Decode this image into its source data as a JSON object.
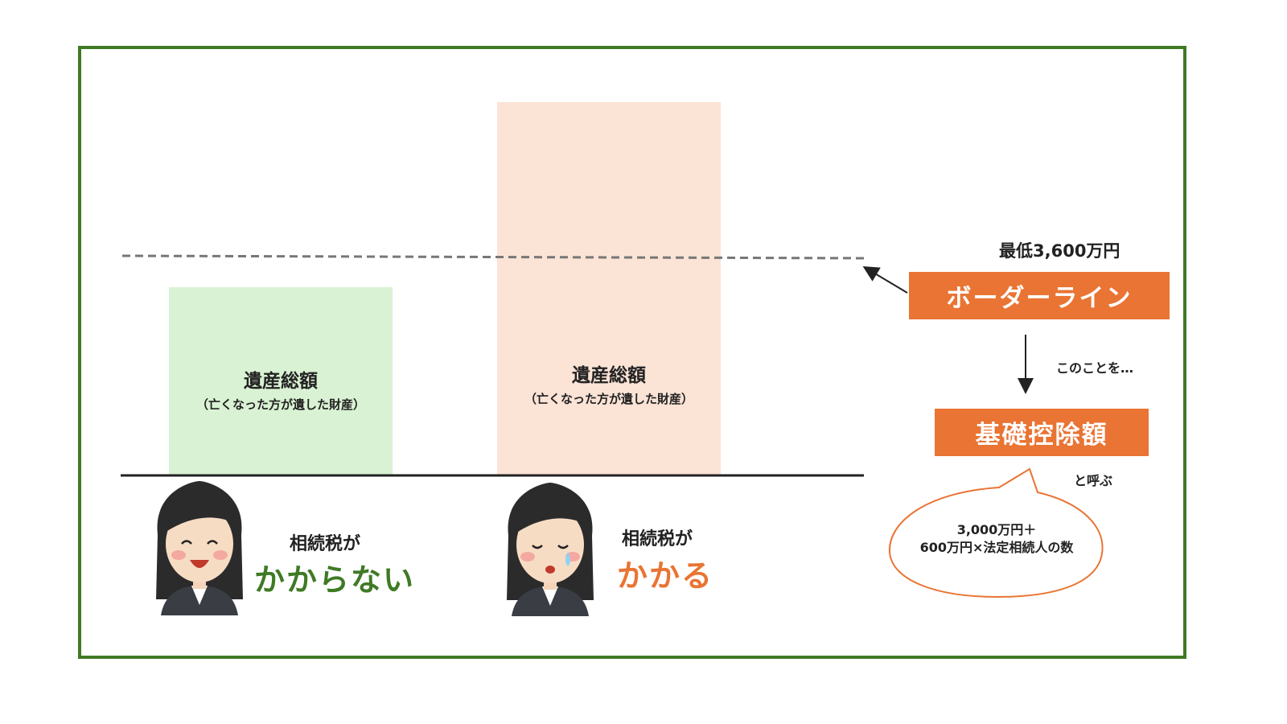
{
  "boxes": {
    "green": {
      "title": "遺産総額",
      "subtitle": "（亡くなった方が遺した財産）",
      "color": "#d9f2d3"
    },
    "peach": {
      "title": "遺産総額",
      "subtitle": "（亡くなった方が遺した財産）",
      "color": "#fbe3d6"
    }
  },
  "border": {
    "min_label": "最低3,600万円",
    "line_label": "ボーダーライン",
    "connector": "このことを…",
    "term": "基礎控除額",
    "term_suffix": "と呼ぶ",
    "formula_line1": "3,000万円＋",
    "formula_line2": "600万円×法定相続人の数"
  },
  "people": {
    "left": {
      "line1": "相続税が",
      "line2": "かからない",
      "expression": "happy"
    },
    "right": {
      "line1": "相続税が",
      "line2": "かかる",
      "expression": "crying"
    }
  },
  "colors": {
    "frame": "#3f7a25",
    "accent_orange": "#e97433",
    "accent_green": "#3f7a25"
  }
}
